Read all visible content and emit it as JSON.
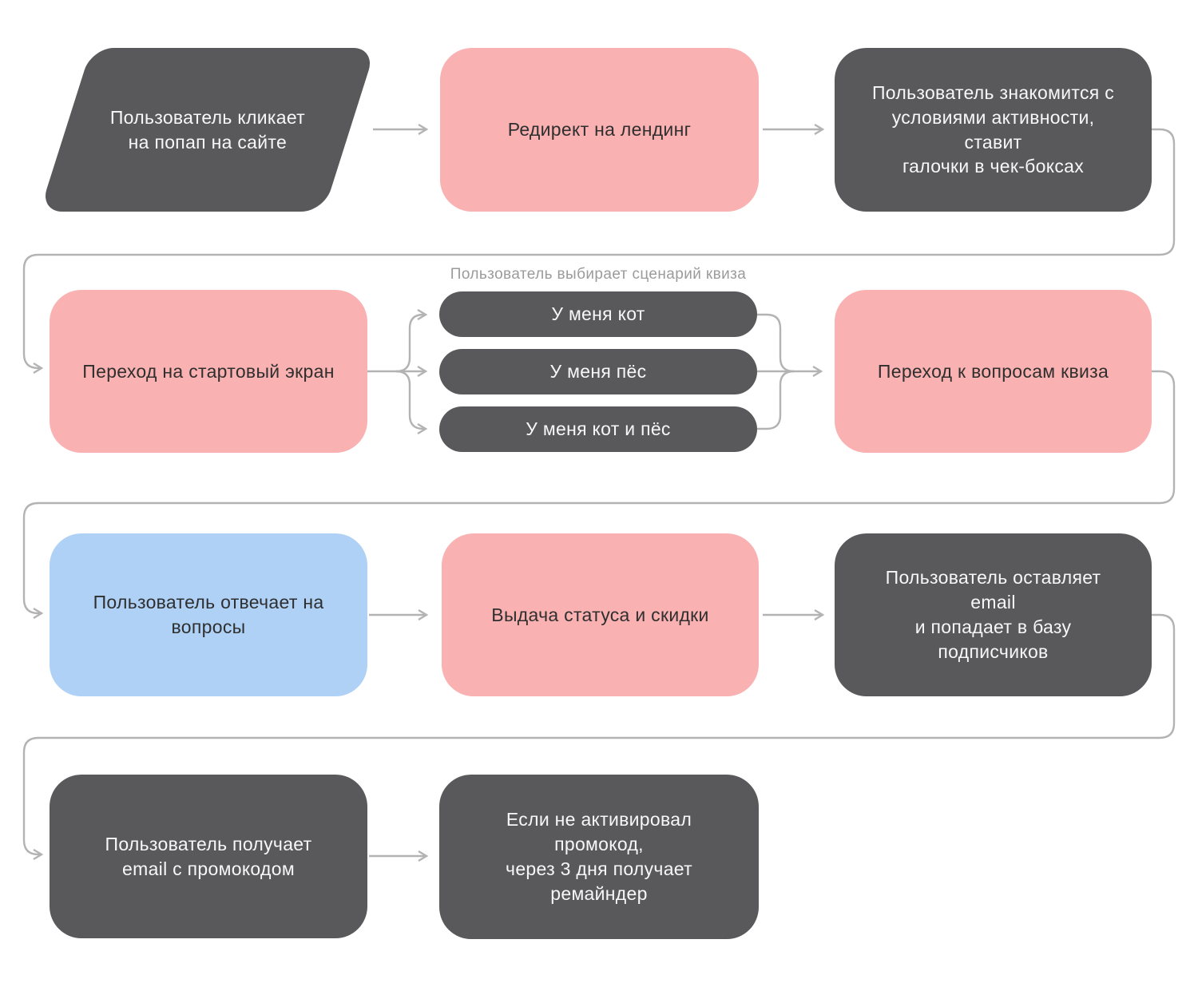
{
  "diagram": {
    "scenario_label": "Пользователь выбирает сценарий квиза",
    "nodes": {
      "popup_click": "Пользователь кликает\nна попап на сайте",
      "redirect": "Редирект на лендинг",
      "terms": "Пользователь знакомится с\nусловиями активности, ставит\nгалочки в чек-боксах",
      "start_screen": "Переход на стартовый экран",
      "option_cat": "У меня кот",
      "option_dog": "У меня пёс",
      "option_cat_dog": "У меня кот и пёс",
      "quiz_questions": "Переход к вопросам квиза",
      "answers": "Пользователь отвечает на\nвопросы",
      "status_discount": "Выдача статуса и скидки",
      "email_capture": "Пользователь оставляет email\nи попадает в базу подписчиков",
      "promo_email": "Пользователь получает\nemail с промокодом",
      "reminder": "Если не активировал промокод,\nчерез 3 дня получает ремайндер"
    },
    "colors": {
      "dark_node": "#59595B",
      "pink_node": "#FAB1B1",
      "blue_node": "#AFD1F6",
      "connector": "#B3B3B3",
      "label_text": "#9B9B9B",
      "text_on_dark": "#F7F7F7",
      "text_on_light": "#2F2F2F"
    }
  }
}
